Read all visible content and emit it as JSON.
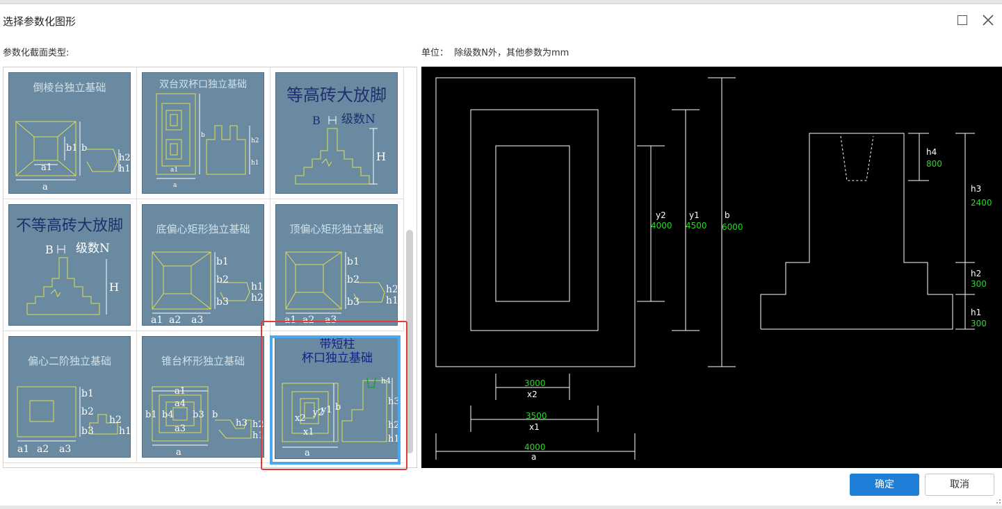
{
  "window": {
    "title": "选择参数化图形"
  },
  "labels": {
    "type_label": "参数化截面类型:",
    "unit_label": "单位：  除级数N外，其他参数为mm"
  },
  "shapes": [
    {
      "caption": "倒棱台独立基础"
    },
    {
      "caption": "双台双杯口独立基础"
    },
    {
      "caption": "等高砖大放脚"
    },
    {
      "caption": "不等高砖大放脚"
    },
    {
      "caption": "底偏心矩形独立基础"
    },
    {
      "caption": "顶偏心矩形独立基础"
    },
    {
      "caption": "偏心二阶独立基础"
    },
    {
      "caption": "锥台杯形独立基础"
    },
    {
      "caption_line1": "带短柱",
      "caption_line2": "杯口独立基础",
      "selected": true
    }
  ],
  "thumb_labels": {
    "a": "a",
    "a1": "a1",
    "a2": "a2",
    "a3": "a3",
    "a4": "a4",
    "b": "b",
    "b1": "b1",
    "b2": "b2",
    "b3": "b3",
    "b4": "b4",
    "h1": "h1",
    "h2": "h2",
    "h3": "h3",
    "h4": "h4",
    "H": "H",
    "B": "B",
    "N_level": "级数N",
    "x1": "x1",
    "x2": "x2",
    "y1": "y1",
    "y2": "y2"
  },
  "preview": {
    "plan": {
      "x2": {
        "label": "x2",
        "value": "3000"
      },
      "x1": {
        "label": "x1",
        "value": "3500"
      },
      "a": {
        "label": "a",
        "value": "4000"
      },
      "y2": {
        "label": "y2",
        "value": "4000"
      },
      "y1": {
        "label": "y1",
        "value": "4500"
      },
      "b": {
        "label": "b",
        "value": "6000"
      }
    },
    "section": {
      "h4": {
        "label": "h4",
        "value": "800"
      },
      "h3": {
        "label": "h3",
        "value": "2400"
      },
      "h2": {
        "label": "h2",
        "value": "300"
      },
      "h1": {
        "label": "h1",
        "value": "300"
      }
    },
    "colors": {
      "line": "#ffffff",
      "value": "#22dd22"
    }
  },
  "buttons": {
    "ok": "确定",
    "cancel": "取消"
  },
  "colors": {
    "accent": "#1e7fd8",
    "thumb_bg": "#6a8aa1",
    "selection": "#e53935",
    "highlight": "#4aa8ec"
  }
}
